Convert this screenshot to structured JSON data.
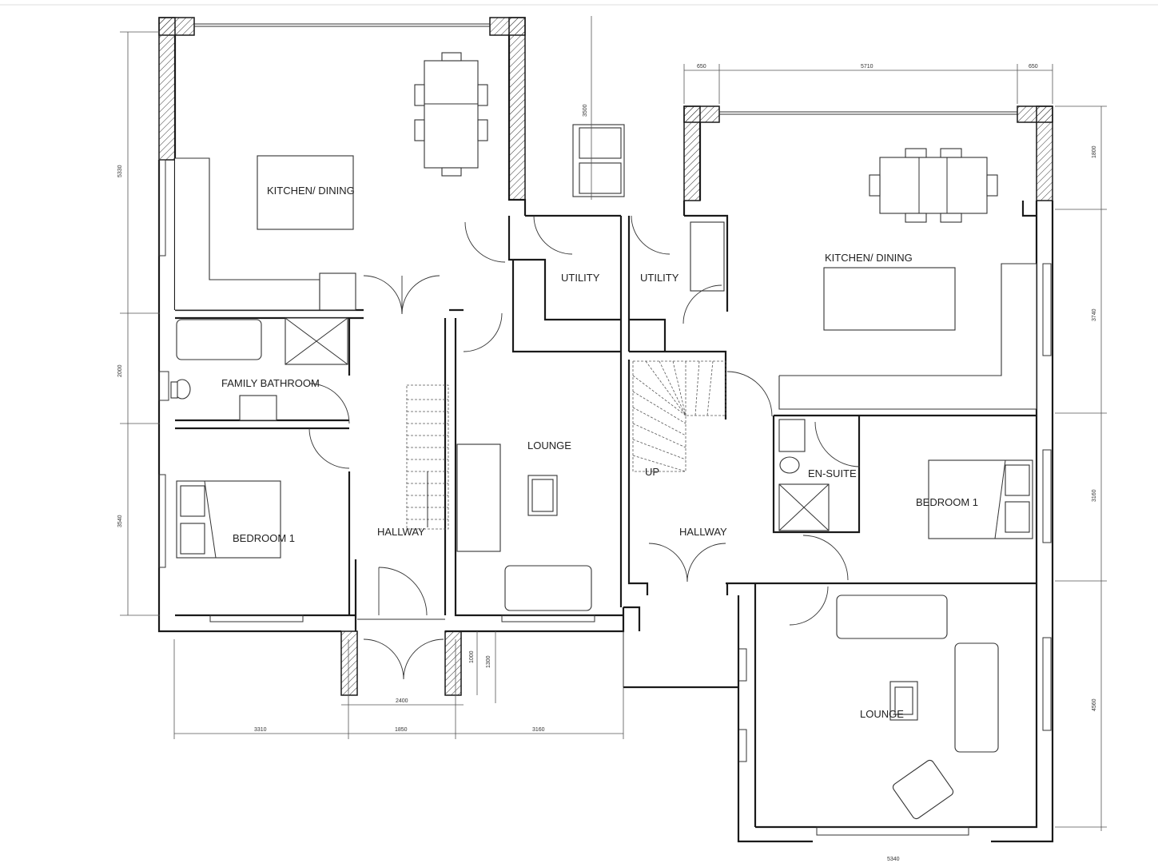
{
  "rooms": {
    "left_kitchen": "KITCHEN/ DINING",
    "family_bathroom": "FAMILY BATHROOM",
    "left_bedroom": "BEDROOM 1",
    "left_hallway": "HALLWAY",
    "left_lounge": "LOUNGE",
    "left_utility": "UTILITY",
    "right_utility": "UTILITY",
    "right_kitchen": "KITCHEN/ DINING",
    "ensuite": "EN-SUITE",
    "right_bedroom": "BEDROOM 1",
    "right_hallway": "HALLWAY",
    "right_lounge": "LOUNGE",
    "stairs_up": "UP"
  },
  "dimensions": {
    "left_side": [
      "5330",
      "2000",
      "3540"
    ],
    "bottom": [
      "3310",
      "1850",
      "3160"
    ],
    "porch_width": "2400",
    "porch_depth": [
      "1000",
      "1300"
    ],
    "utility_depth": "3500",
    "right_top": [
      "650",
      "5710",
      "650"
    ],
    "right_side": [
      "1800",
      "3740",
      "3160",
      "4560"
    ],
    "right_bottom": "5340"
  }
}
